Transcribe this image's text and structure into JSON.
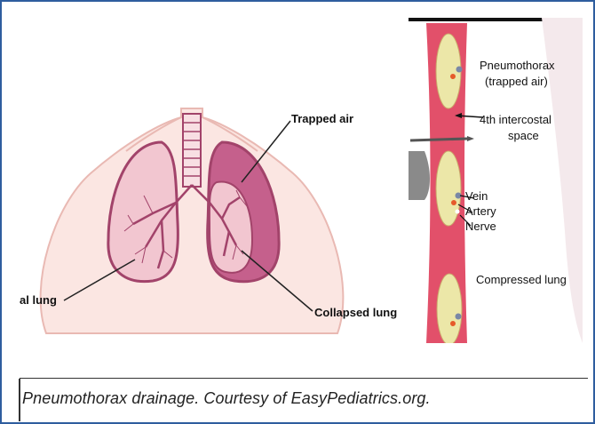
{
  "figure": {
    "left_panel": {
      "label_trapped_air": "Trapped air",
      "label_normal_lung": "al lung",
      "label_collapsed_lung": "Collapsed lung"
    },
    "right_panel": {
      "label_pneumothorax_line1": "Pneumothorax",
      "label_pneumothorax_line2": "(trapped air)",
      "label_intercostal_line1": "4th intercostal",
      "label_intercostal_line2": "space",
      "label_vein": "Vein",
      "label_artery": "Artery",
      "label_nerve": "Nerve",
      "label_compressed_lung": "Compressed lung"
    },
    "caption": "Pneumothorax drainage. Courtesy of EasyPediatrics.org."
  },
  "colors": {
    "frame_border": "#2e5d9e",
    "skin": "#fbe6e2",
    "lung_fill": "#f2c6d0",
    "lung_outline": "#a2436a",
    "collapsed_fill": "#c5608c",
    "chest_wall": "#e2506a",
    "rib": "#ece7a8"
  },
  "icons": [
    "chest-tube-icon"
  ]
}
